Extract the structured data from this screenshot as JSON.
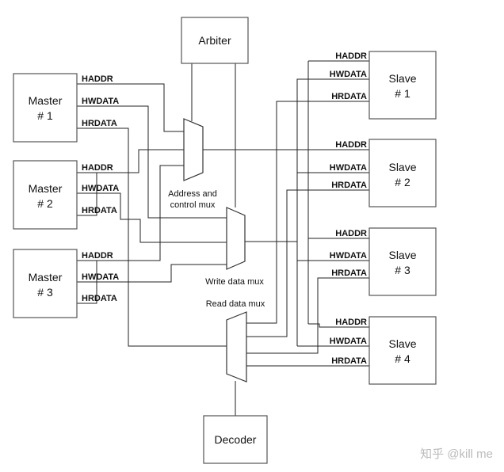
{
  "diagram": {
    "arbiter": "Arbiter",
    "decoder": "Decoder",
    "masters": [
      {
        "line1": "Master",
        "line2": "# 1"
      },
      {
        "line1": "Master",
        "line2": "# 2"
      },
      {
        "line1": "Master",
        "line2": "# 3"
      }
    ],
    "slaves": [
      {
        "line1": "Slave",
        "line2": "# 1"
      },
      {
        "line1": "Slave",
        "line2": "# 2"
      },
      {
        "line1": "Slave",
        "line2": "# 3"
      },
      {
        "line1": "Slave",
        "line2": "# 4"
      }
    ],
    "signals": {
      "haddr": "HADDR",
      "hwdata": "HWDATA",
      "hrdata": "HRDATA"
    },
    "mux_labels": {
      "address_line1": "Address and",
      "address_line2": "control mux",
      "write": "Write data mux",
      "read": "Read data mux"
    },
    "watermark": "知乎 @kill me"
  }
}
